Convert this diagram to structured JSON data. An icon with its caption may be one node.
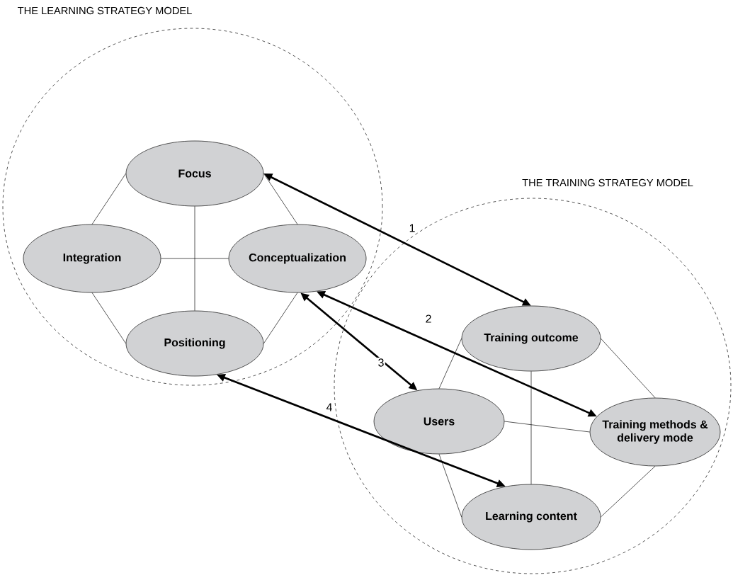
{
  "diagram": {
    "nodes": [
      {
        "text": [
          "THE LEARNING STRATEGY MODEL"
        ]
      },
      {
        "text": [
          "Focus"
        ],
        "in": 0
      },
      {
        "text": [
          "Integration"
        ],
        "in": 0
      },
      {
        "text": [
          "Conceptualization"
        ],
        "in": 0
      },
      {
        "text": [
          "Positioning"
        ],
        "in": 0
      },
      {
        "text": [
          "THE TRAINING STRATEGY MODEL"
        ]
      },
      {
        "text": [
          "Training outcome"
        ],
        "in": 5
      },
      {
        "text": [
          "Users"
        ],
        "in": 5
      },
      {
        "text": [
          "Training methods & delivery mode"
        ],
        "in": 5
      },
      {
        "text": [
          "Learning content"
        ],
        "in": 5
      }
    ],
    "edges": [
      {
        "from": 1,
        "to": 2,
        "arrow": "none"
      },
      {
        "from": 1,
        "to": 3,
        "arrow": "none"
      },
      {
        "from": 1,
        "to": 4,
        "arrow": "none"
      },
      {
        "from": 2,
        "to": 3,
        "arrow": "none"
      },
      {
        "from": 2,
        "to": 4,
        "arrow": "none"
      },
      {
        "from": 3,
        "to": 4,
        "arrow": "none"
      },
      {
        "from": 6,
        "to": 7,
        "arrow": "none"
      },
      {
        "from": 6,
        "to": 8,
        "arrow": "none"
      },
      {
        "from": 6,
        "to": 9,
        "arrow": "none"
      },
      {
        "from": 7,
        "to": 8,
        "arrow": "none"
      },
      {
        "from": 7,
        "to": 9,
        "arrow": "none"
      },
      {
        "from": 8,
        "to": 9,
        "arrow": "none"
      },
      {
        "from": 1,
        "to": 6,
        "arrow": "both",
        "label": "1",
        "style": "thick"
      },
      {
        "from": 3,
        "to": 8,
        "arrow": "both",
        "label": "2",
        "style": "thick"
      },
      {
        "from": 3,
        "to": 7,
        "arrow": "both",
        "label": "3",
        "style": "thick"
      },
      {
        "from": 4,
        "to": 9,
        "arrow": "both",
        "label": "4",
        "style": "thick"
      }
    ]
  }
}
